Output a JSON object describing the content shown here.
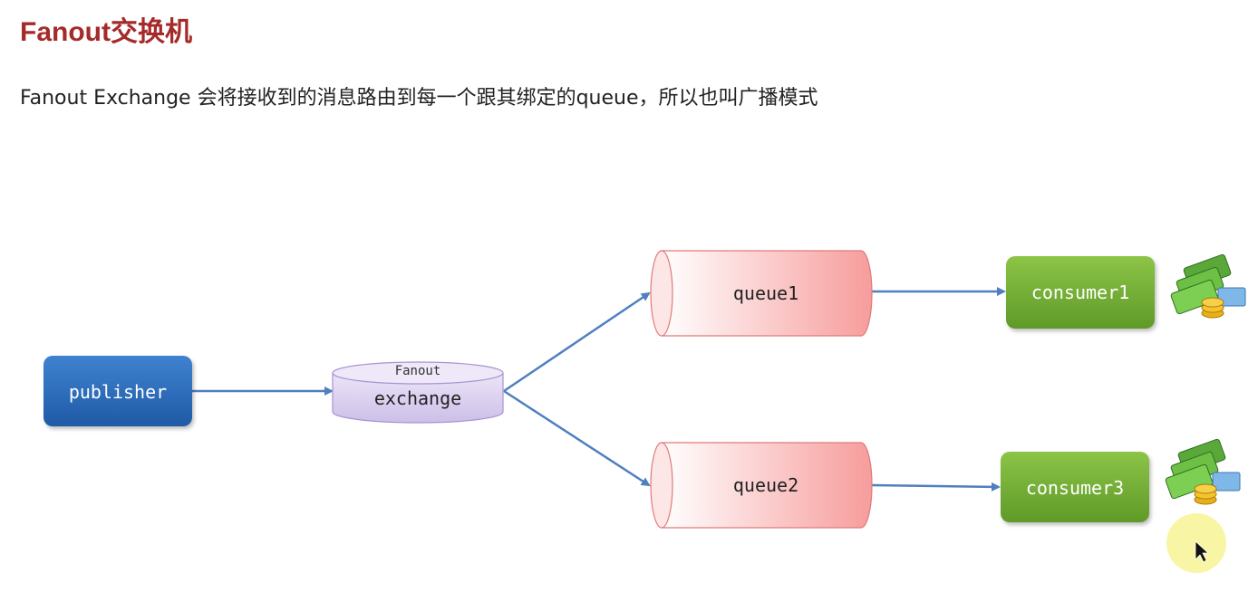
{
  "slide": {
    "title": "Fanout交换机",
    "description": "Fanout Exchange 会将接收到的消息路由到每一个跟其绑定的queue，所以也叫广播模式"
  },
  "diagram": {
    "publisher": "publisher",
    "exchange_type": "Fanout",
    "exchange": "exchange",
    "queues": [
      "queue1",
      "queue2"
    ],
    "consumers": [
      "consumer1",
      "consumer3"
    ]
  },
  "colors": {
    "title": "#a52a2a",
    "publisher": "#2f6db8",
    "exchange": "#d9cdf0",
    "queue": "#f7a0a0",
    "consumer": "#7fb33a",
    "arrow": "#4f7fbf",
    "cursor_highlight": "#f7f59a"
  },
  "icons": [
    "money-icon",
    "money-icon",
    "cursor-icon"
  ]
}
